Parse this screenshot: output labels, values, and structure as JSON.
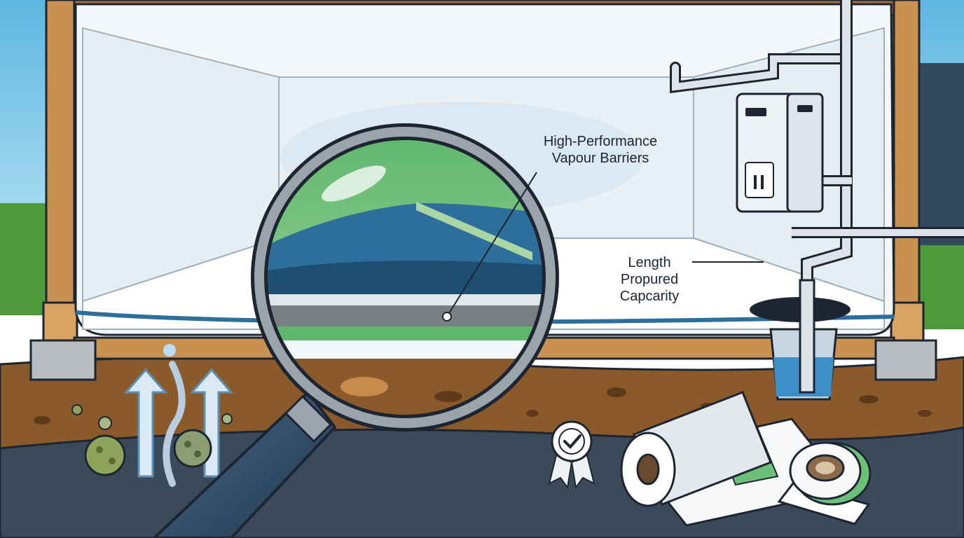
{
  "labels": {
    "barrier": {
      "line1": "High-Performance",
      "line2": "Vapour Barriers"
    },
    "capacity": {
      "line1": "Length",
      "line2": "Propured",
      "line3": "Capcarity"
    }
  },
  "colors": {
    "sky": "#7ec8e8",
    "grass": "#4e9a3a",
    "soil": "#8b5a2b",
    "wood": "#c9914f",
    "liner": "#f4f7fa",
    "outline": "#1d2533",
    "barrier_green": "#6cc07a",
    "barrier_blue": "#2d6f9a",
    "magnifier_rim": "#9aa4ad",
    "handle": "#2f4a66",
    "pipe": "#dde3e8",
    "water": "#3d8fc6",
    "concrete": "#b9bec3",
    "floor": "#3b4a59",
    "mold": "#8fa35a"
  },
  "icons": [
    "magnifying-glass-icon",
    "dehumidifier-icon",
    "sump-pit-icon",
    "certification-badge-icon",
    "membrane-roll-icon",
    "tape-roll-icon",
    "mold-spore-icon",
    "moisture-arrow-icon"
  ]
}
